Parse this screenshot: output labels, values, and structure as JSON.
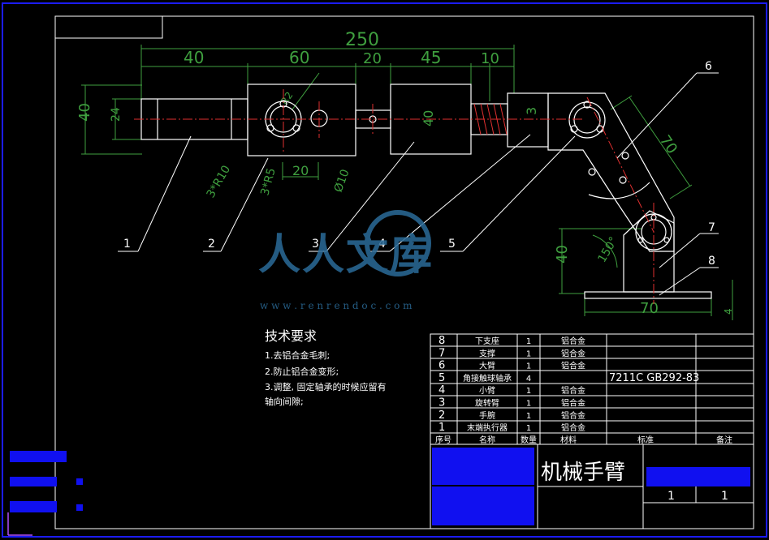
{
  "title_block": {
    "drawing_title": "机械手臂",
    "scale": "1",
    "sheet": "1"
  },
  "dimensions": {
    "overall": "250",
    "d40": "40",
    "d60": "60",
    "d20": "20",
    "d45": "45",
    "d10": "10",
    "left40": "40",
    "left24": "24",
    "phi40a": "40",
    "phi40b": "40",
    "r3_10": "3*R10",
    "r3_5": "3*R5",
    "dim20": "20",
    "phi10": "Ø10",
    "r2": "R2",
    "d70": "70",
    "angle150": "150°",
    "v40": "40",
    "h70": "70",
    "d4": "4",
    "d3": "3"
  },
  "part_labels": [
    "1",
    "2",
    "3",
    "4",
    "5",
    "6",
    "7",
    "8"
  ],
  "tech_requirements": {
    "heading": "技术要求",
    "items": [
      "1.去铝合金毛刺;",
      "2.防止铝合金变形;",
      "3.调整, 固定轴承的时候应留有",
      "轴向间隙;"
    ]
  },
  "bom": {
    "rows": [
      {
        "no": "8",
        "name": "下支座",
        "qty": "1",
        "material": "铝合金",
        "standard": "",
        "note": ""
      },
      {
        "no": "7",
        "name": "支撑",
        "qty": "1",
        "material": "铝合金",
        "standard": "",
        "note": ""
      },
      {
        "no": "6",
        "name": "大臂",
        "qty": "1",
        "material": "铝合金",
        "standard": "",
        "note": ""
      },
      {
        "no": "5",
        "name": "角接触球轴承",
        "qty": "4",
        "material": "",
        "standard": "7211C GB292-83",
        "note": ""
      },
      {
        "no": "4",
        "name": "小臂",
        "qty": "1",
        "material": "铝合金",
        "standard": "",
        "note": ""
      },
      {
        "no": "3",
        "name": "旋转臂",
        "qty": "1",
        "material": "铝合金",
        "standard": "",
        "note": ""
      },
      {
        "no": "2",
        "name": "手腕",
        "qty": "1",
        "material": "铝合金",
        "standard": "",
        "note": ""
      },
      {
        "no": "1",
        "name": "末端执行器",
        "qty": "1",
        "material": "铝合金",
        "standard": "",
        "note": ""
      }
    ],
    "header": {
      "no": "序号",
      "name": "名称",
      "qty": "数量",
      "material": "材料",
      "standard": "标准",
      "note": "备注"
    }
  },
  "watermark": {
    "text": "人人文库",
    "url": "w w w . r e n r e n d o c . c o m"
  },
  "colors": {
    "background": "#000000",
    "lines": "#ffffff",
    "dimension": "#3f9f3f",
    "centerline": "#e03030",
    "border": "#1c1cff"
  }
}
